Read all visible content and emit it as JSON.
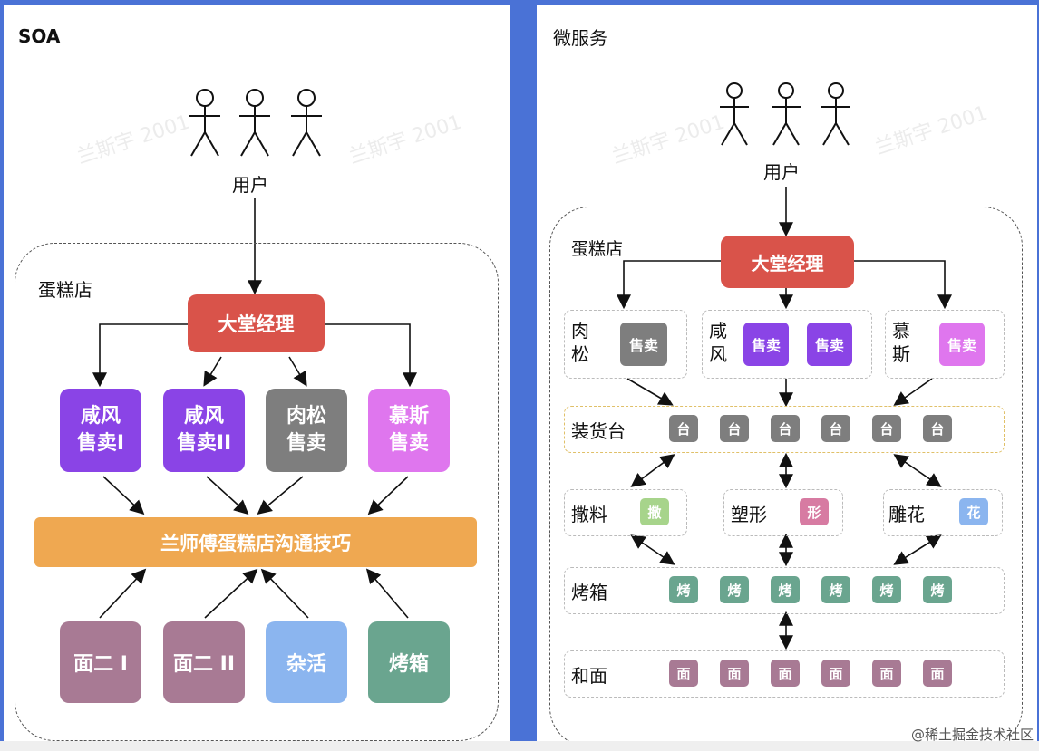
{
  "left": {
    "title": "SOA",
    "users_label": "用户",
    "shop_label": "蛋糕店",
    "manager": "大堂经理",
    "sellers": [
      "咸风\n售卖I",
      "咸风\n售卖II",
      "肉松\n售卖",
      "慕斯\n售卖"
    ],
    "hub": "兰师傅蛋糕店沟通技巧",
    "workers": [
      "面二 I",
      "面二 II",
      "杂活",
      "烤箱"
    ]
  },
  "right": {
    "title": "微服务",
    "users_label": "用户",
    "shop_label": "蛋糕店",
    "manager": "大堂经理",
    "group_rousong": {
      "name": "肉\n松",
      "items": [
        "售卖"
      ]
    },
    "group_xianfeng": {
      "name": "咸\n风",
      "items": [
        "售卖",
        "售卖"
      ]
    },
    "group_musi": {
      "name": "慕\n斯",
      "items": [
        "售卖"
      ]
    },
    "rows": {
      "zhuanghuotai": {
        "label": "装货台",
        "tiles": [
          "台",
          "台",
          "台",
          "台",
          "台",
          "台"
        ]
      },
      "kaoxiang": {
        "label": "烤箱",
        "tiles": [
          "烤",
          "烤",
          "烤",
          "烤",
          "烤",
          "烤"
        ]
      },
      "hemian": {
        "label": "和面",
        "tiles": [
          "面",
          "面",
          "面",
          "面",
          "面",
          "面"
        ]
      }
    },
    "stations": [
      {
        "label": "撒料",
        "tile": "撒"
      },
      {
        "label": "塑形",
        "tile": "形"
      },
      {
        "label": "雕花",
        "tile": "花"
      }
    ]
  },
  "watermark": "兰斯宇 2001",
  "footer": "@稀土掘金技术社区",
  "colors": {
    "background": "#4a72d6",
    "manager": "#d9534a",
    "purple": "#8a44e6",
    "gray": "#7e7e7e",
    "pink": "#df76ee",
    "orange": "#efa851",
    "mauve": "#a87a94",
    "light_blue": "#8bb5ef",
    "teal": "#6aa58f"
  }
}
